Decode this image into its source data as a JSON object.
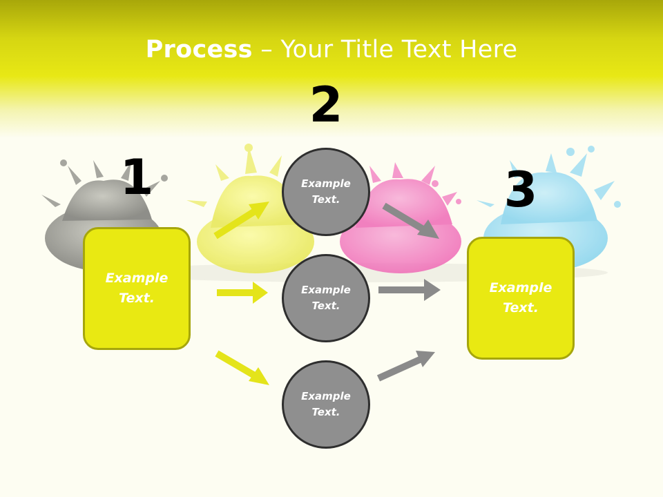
{
  "slide": {
    "title_strong": "Process",
    "title_sep": " – ",
    "title_rest": "Your Title Text Here"
  },
  "steps": [
    {
      "number": "1",
      "text": "Example Text."
    },
    {
      "number": "2"
    },
    {
      "number": "3",
      "text": "Example Text."
    }
  ],
  "circles": [
    {
      "text": "Example Text."
    },
    {
      "text": "Example Text."
    },
    {
      "text": "Example Text."
    }
  ],
  "colors": {
    "yellow": "#e9e912",
    "yellow_border": "#a6a60c",
    "gray": "#8f8f8f",
    "gray_arrow": "#8a8a8a"
  },
  "decor": {
    "splashes": [
      "black-paint-splash-icon",
      "yellow-paint-splash-icon",
      "magenta-paint-splash-icon",
      "cyan-paint-splash-icon"
    ]
  }
}
